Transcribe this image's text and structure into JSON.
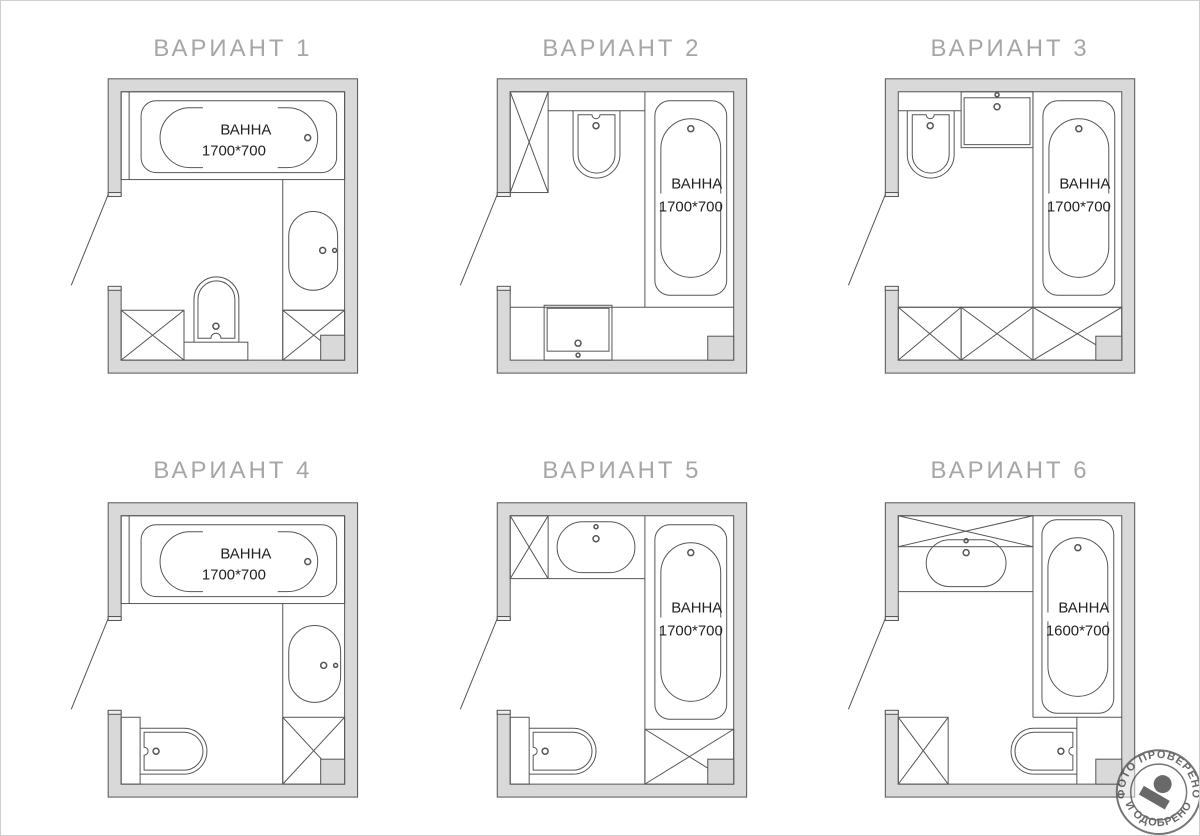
{
  "colors": {
    "wall": "#d9d9d9",
    "line": "#555555",
    "title": "#a6a6a6"
  },
  "variants": [
    {
      "title": "ВАРИАНТ 1",
      "bath_name": "ВАННА",
      "bath_size": "1700*700"
    },
    {
      "title": "ВАРИАНТ 2",
      "bath_name": "ВАННА",
      "bath_size": "1700*700"
    },
    {
      "title": "ВАРИАНТ 3",
      "bath_name": "ВАННА",
      "bath_size": "1700*700"
    },
    {
      "title": "ВАРИАНТ 4",
      "bath_name": "ВАННА",
      "bath_size": "1700*700"
    },
    {
      "title": "ВАРИАНТ 5",
      "bath_name": "ВАННА",
      "bath_size": "1700*700"
    },
    {
      "title": "ВАРИАНТ 6",
      "bath_name": "ВАННА",
      "bath_size": "1600*700"
    }
  ],
  "stamp": {
    "top_text": "ФОТО ПРОВЕРЕНО",
    "bottom_text": "И ОДОБРЕНО"
  }
}
